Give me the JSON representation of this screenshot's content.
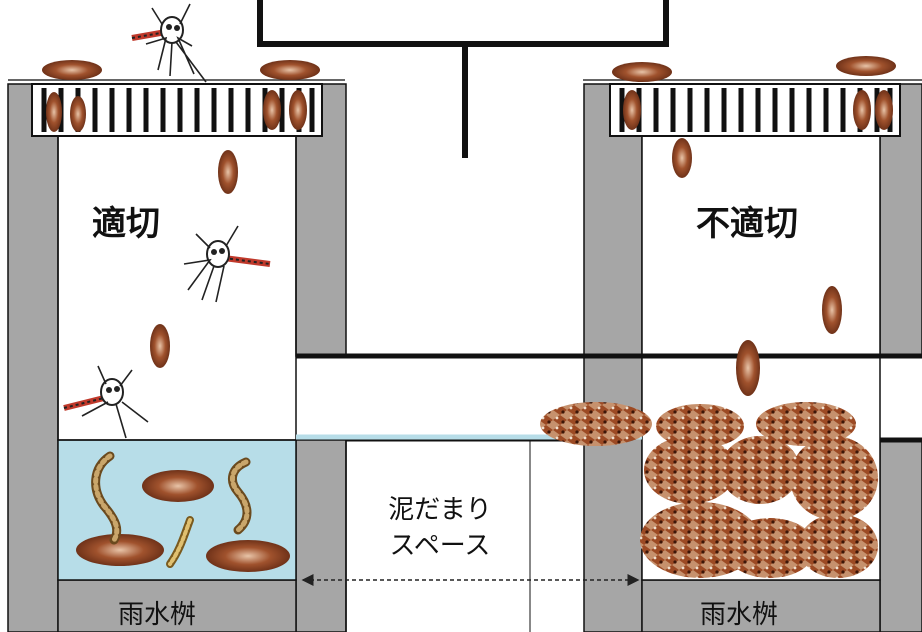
{
  "labels": {
    "appropriate": "適切",
    "inappropriate": "不適切",
    "mud_space_line1": "泥だまり",
    "mud_space_line2": "スペース",
    "basin_left": "雨水桝",
    "basin_right": "雨水桝"
  },
  "colors": {
    "wall": "#a6a6a6",
    "water": "#b7dde8",
    "grate_bar": "#111111",
    "leaf": "#8b3a1a",
    "mosquito": "#222222",
    "mosquito_stripe": "#c0392b"
  },
  "icons": [
    "mosquito-icon",
    "leaf-icon",
    "larva-icon",
    "leaf-pile-icon",
    "storm-grate-icon",
    "dashed-arrow-icon"
  ]
}
